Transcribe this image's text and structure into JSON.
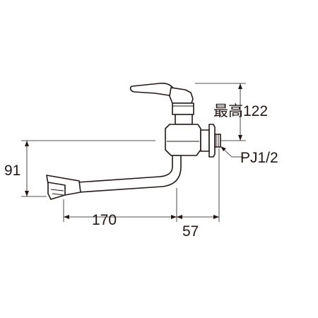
{
  "diagram": {
    "dimensions": {
      "height_max": "最高122",
      "connection": "PJ1/2",
      "spout_height": "91",
      "spout_reach": "170",
      "wall_offset": "57"
    }
  }
}
